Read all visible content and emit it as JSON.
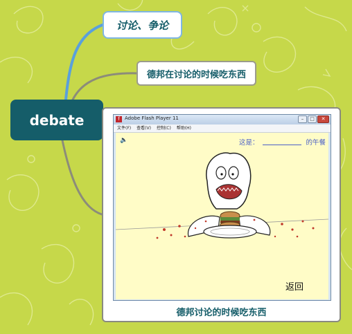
{
  "mindmap": {
    "root_label": "debate",
    "topics": [
      {
        "label": "讨论、争论"
      },
      {
        "label": "德邦在讨论的时候吃东西"
      }
    ],
    "card": {
      "caption": "德邦讨论的时候吃东西",
      "flash_window": {
        "title": "Adobe Flash Player 11",
        "icon": "flash-icon",
        "menu": [
          "文件(F)",
          "查看(V)",
          "控制(C)",
          "帮助(H)"
        ],
        "stage": {
          "prompt_prefix": "这是：",
          "prompt_suffix": "的午餐",
          "back_label": "返回",
          "sound_icon": "speaker-icon",
          "speaker_glyph": "🔈"
        }
      }
    }
  },
  "colors": {
    "background": "#c6d84a",
    "root_fill": "#155d69",
    "topic_text": "#155d69",
    "branch_blue": "#5aa0dc",
    "branch_gray": "#8c8c7a"
  }
}
